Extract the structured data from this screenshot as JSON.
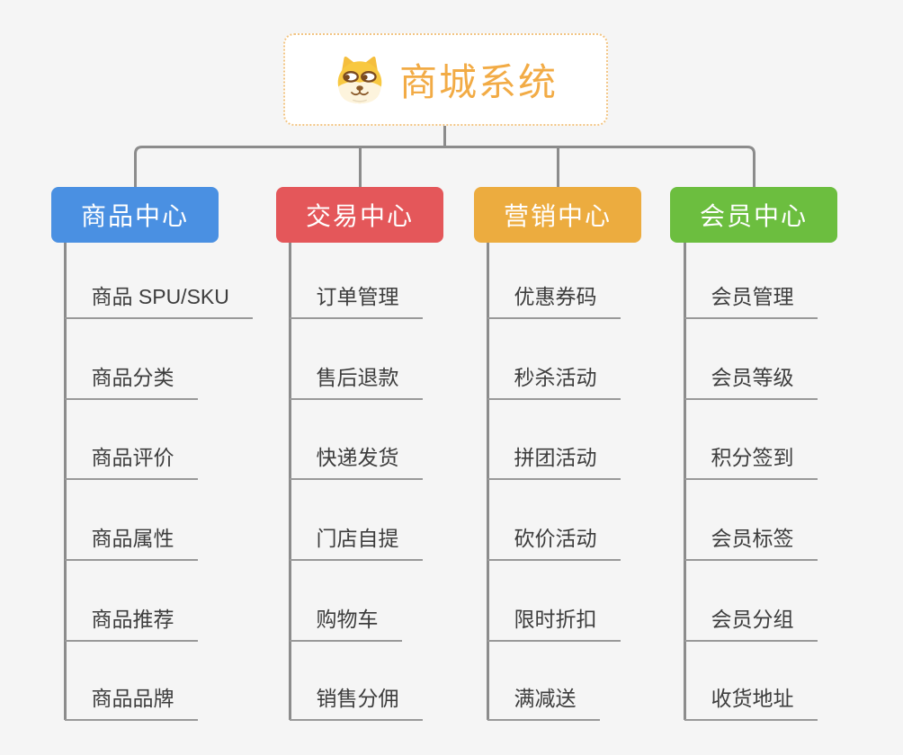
{
  "canvas": {
    "background_color": "#f5f5f5",
    "connector_color": "#8c8c8c",
    "underline_color": "#999999",
    "leaf_text_color": "#3d3d3d"
  },
  "root": {
    "title": "商城系统",
    "icon": "dog-face-icon",
    "text_color": "#f2ab45",
    "border_color": "#f2c584",
    "background_color": "#ffffff"
  },
  "branches": [
    {
      "label": "商品中心",
      "color": "#4a90e2",
      "children": [
        "商品 SPU/SKU",
        "商品分类",
        "商品评价",
        "商品属性",
        "商品推荐",
        "商品品牌"
      ]
    },
    {
      "label": "交易中心",
      "color": "#e4575a",
      "children": [
        "订单管理",
        "售后退款",
        "快递发货",
        "门店自提",
        "购物车",
        "销售分佣"
      ]
    },
    {
      "label": "营销中心",
      "color": "#ecac3f",
      "children": [
        "优惠券码",
        "秒杀活动",
        "拼团活动",
        "砍价活动",
        "限时折扣",
        "满减送"
      ]
    },
    {
      "label": "会员中心",
      "color": "#6cbe3f",
      "children": [
        "会员管理",
        "会员等级",
        "积分签到",
        "会员标签",
        "会员分组",
        "收货地址"
      ]
    }
  ]
}
